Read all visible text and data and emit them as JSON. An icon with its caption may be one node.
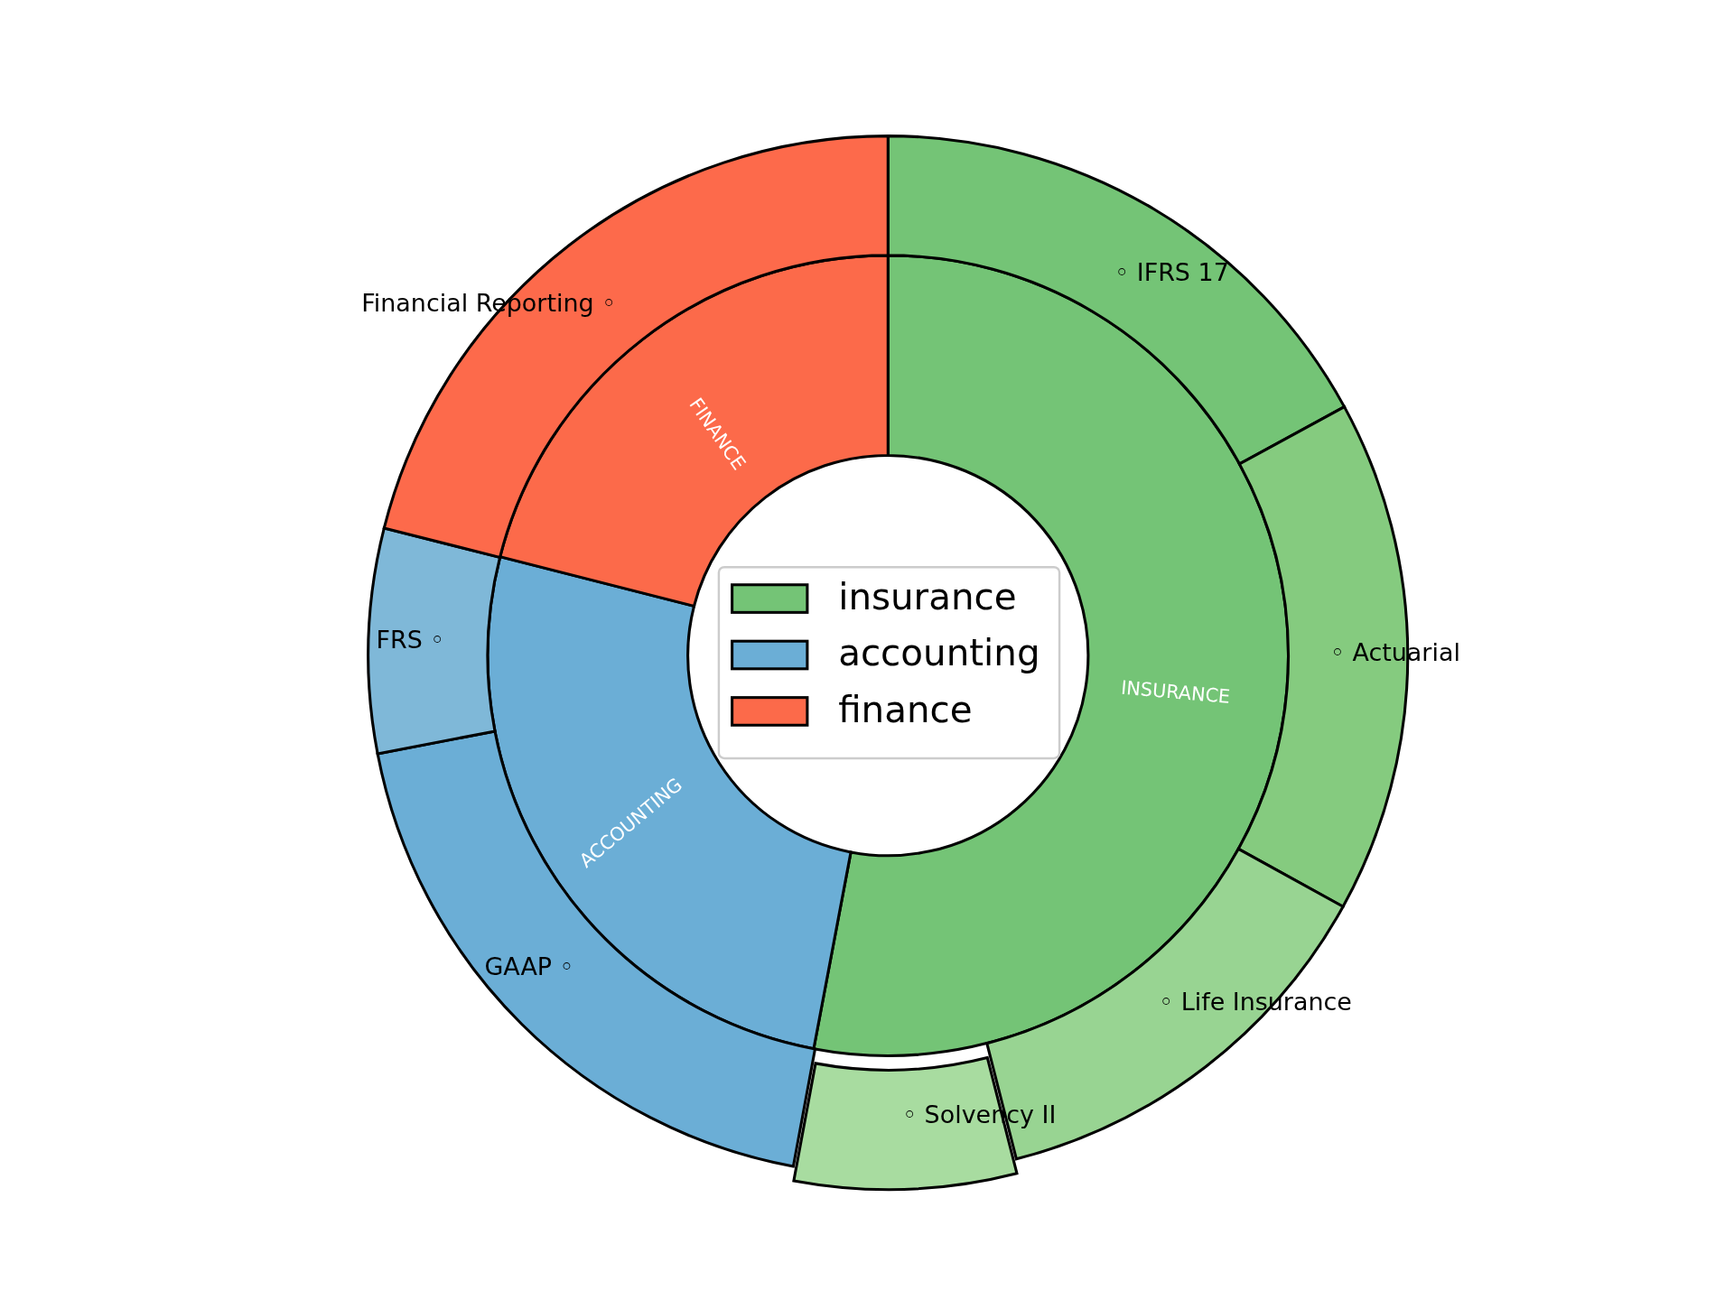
{
  "diagram": {
    "nodes": [
      {
        "text": [
          "INSURANCE"
        ]
      },
      {
        "text": [
          "ACCOUNTING"
        ]
      },
      {
        "text": [
          "FINANCE"
        ]
      },
      {
        "text": [
          "◦ IFRS 17"
        ]
      },
      {
        "text": [
          "◦ Actuarial"
        ]
      },
      {
        "text": [
          "◦ Life Insurance"
        ]
      },
      {
        "text": [
          "◦ Solvency II"
        ]
      },
      {
        "text": [
          "GAAP ◦"
        ]
      },
      {
        "text": [
          "FRS ◦"
        ]
      },
      {
        "text": [
          "Financial Reporting ◦"
        ]
      }
    ],
    "legend": [
      {
        "text": "insurance",
        "color": "#74c476"
      },
      {
        "text": "accounting",
        "color": "#6baed6"
      },
      {
        "text": "finance",
        "color": "#fc6a4a"
      }
    ]
  }
}
